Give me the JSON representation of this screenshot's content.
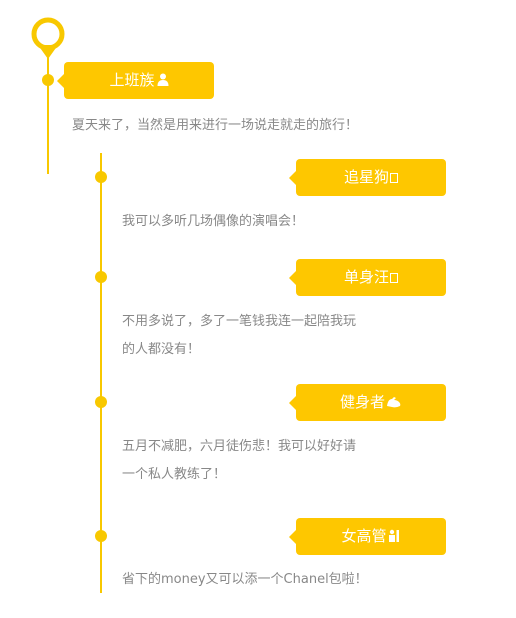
{
  "colors": {
    "accent": "#fec700",
    "line": "#f8c800",
    "text": "#888888",
    "tag_text": "#ffffff"
  },
  "timeline": {
    "main": {
      "tag": "上班族",
      "icon": "person-icon",
      "text": "夏天来了，当然是用来进行一场说走就走的旅行！"
    },
    "items": [
      {
        "tag": "追星狗",
        "icon": "box-icon",
        "lines": [
          "我可以多听几场偶像的演唱会！"
        ]
      },
      {
        "tag": "单身汪",
        "icon": "box-icon",
        "lines": [
          "不用多说了，多了一笔钱我连一起陪我玩",
          "的人都没有！"
        ]
      },
      {
        "tag": "健身者",
        "icon": "muscle-icon",
        "lines": [
          "五月不减肥，六月徒伤悲！我可以好好请",
          "一个私人教练了！"
        ]
      },
      {
        "tag": "女高管",
        "icon": "executive-icon",
        "lines": [
          "省下的money又可以添一个Chanel包啦！"
        ]
      }
    ]
  }
}
